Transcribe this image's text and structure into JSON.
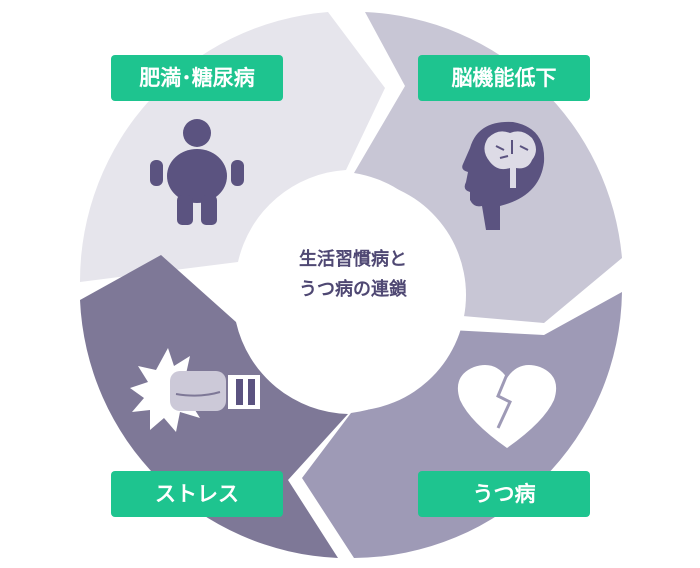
{
  "center": {
    "line1": "生活習慣病と",
    "line2": "うつ病の連鎖"
  },
  "stages": [
    {
      "label": "肥満･糖尿病",
      "icon": "obese-person-icon",
      "color": "#e6e5ec"
    },
    {
      "label": "脳機能低下",
      "icon": "brain-head-icon",
      "color": "#c8c6d5"
    },
    {
      "label": "うつ病",
      "icon": "broken-heart-icon",
      "color": "#9e9ab6"
    },
    {
      "label": "ストレス",
      "icon": "punch-glove-icon",
      "color": "#7e7897"
    }
  ],
  "colors": {
    "label_bg": "#1ec48f",
    "icon": "#5b5380",
    "center_text": "#4f4873"
  }
}
